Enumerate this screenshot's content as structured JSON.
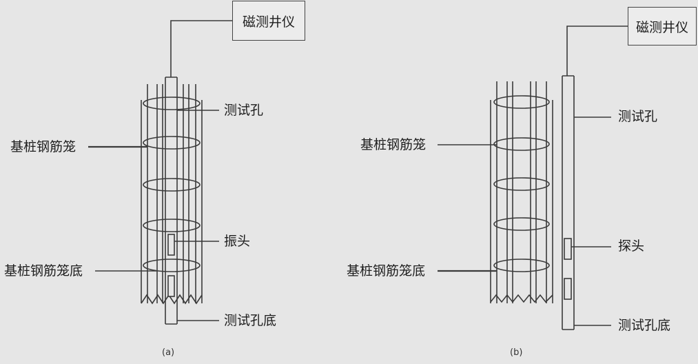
{
  "diagram_a": {
    "instrument": "磁测井仪",
    "test_hole": "测试孔",
    "cage": "基桩钢筋笼",
    "vibrator": "振头",
    "cage_bottom": "基桩钢筋笼底",
    "hole_bottom": "测试孔底",
    "caption": "(a)"
  },
  "diagram_b": {
    "instrument": "磁测井仪",
    "test_hole": "测试孔",
    "cage": "基桩钢筋笼",
    "probe": "探头",
    "cage_bottom": "基桩钢筋笼底",
    "hole_bottom": "测试孔底",
    "caption": "(b)"
  },
  "colors": {
    "background": "#e6e6e6",
    "line": "#3a3a3a"
  }
}
